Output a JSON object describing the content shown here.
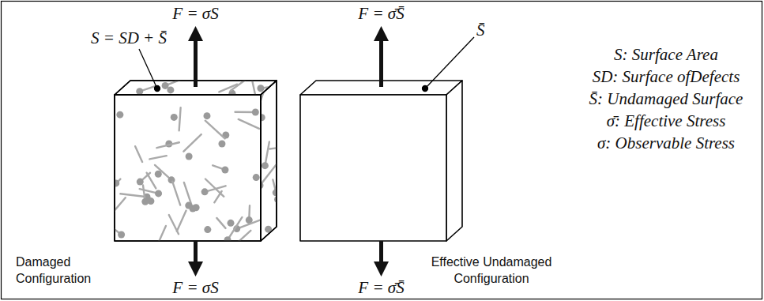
{
  "diagram": {
    "labels": [
      "F = σS",
      "S = SD + S̄",
      "F = σ̄S̄",
      "S̄",
      "S: Surface Area",
      "SD: Surface ofDefects",
      "S̄: Undamaged Surface",
      "σ̄: Effective Stress",
      "σ: Observable Stress",
      "Damaged Configuration",
      "F = σS",
      "Effective Undamaged Configuration",
      "F = σ̄S̄"
    ]
  }
}
